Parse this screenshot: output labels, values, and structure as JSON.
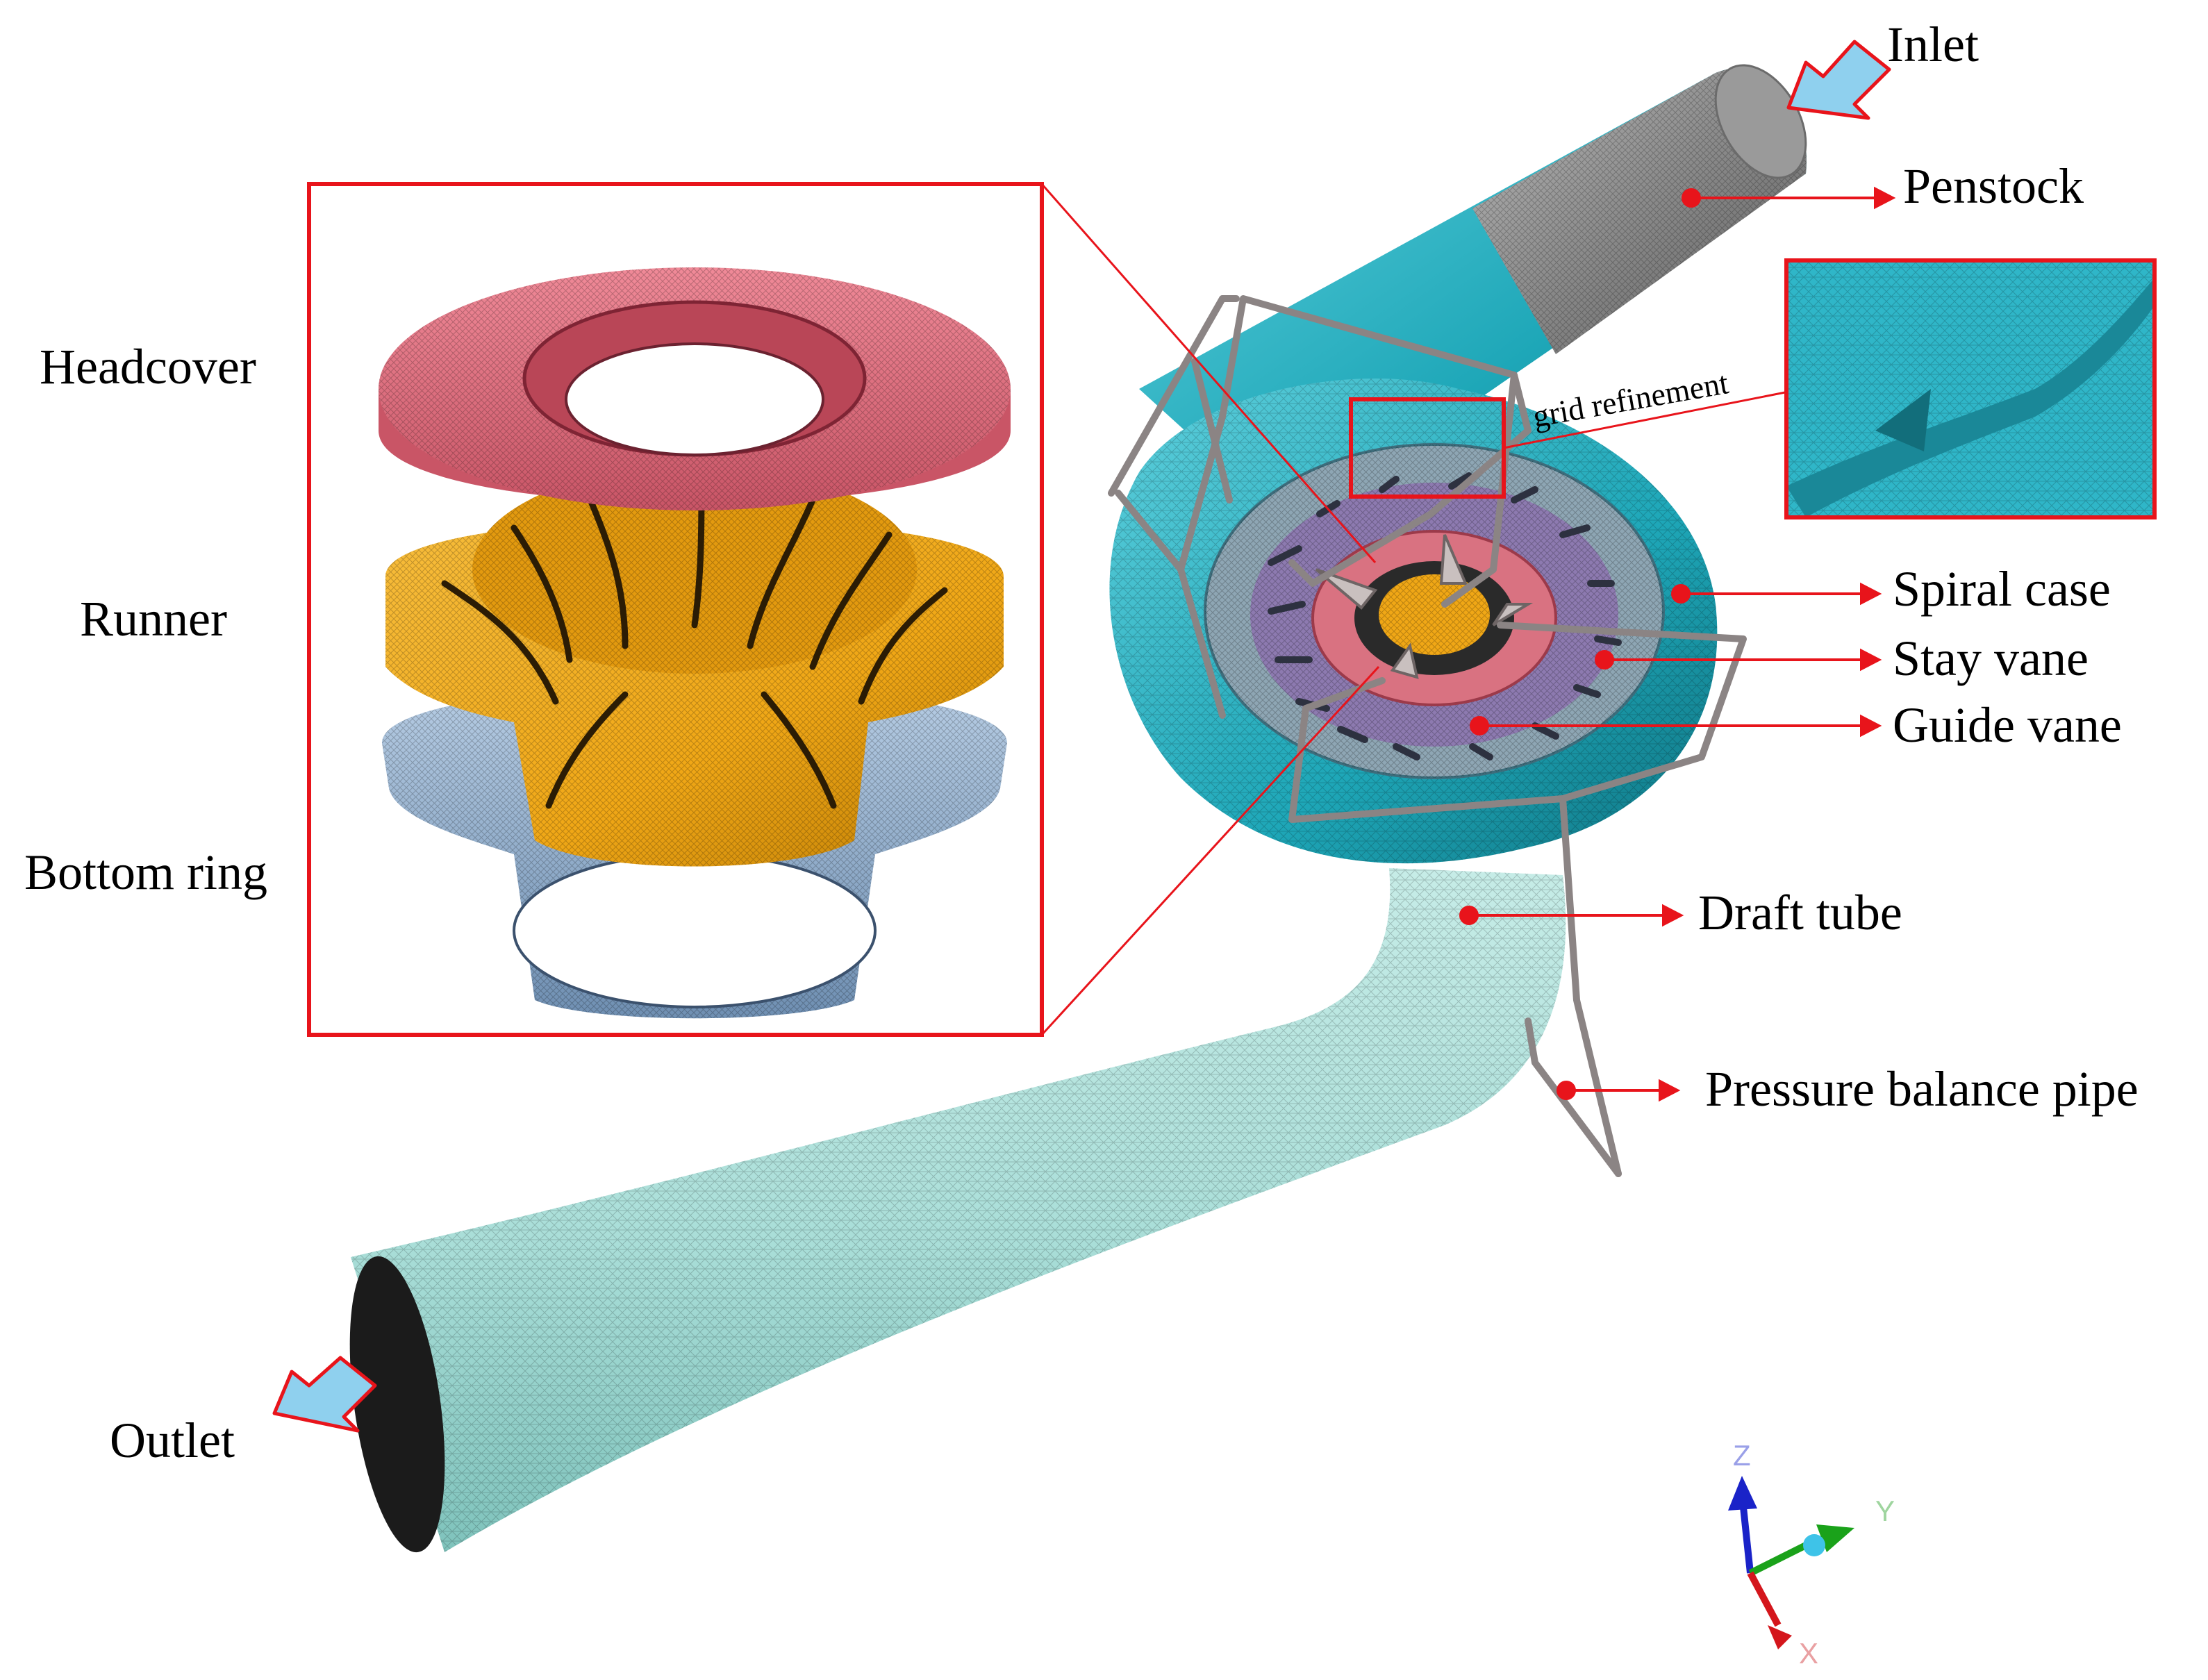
{
  "labels": {
    "inlet": "Inlet",
    "penstock": "Penstock",
    "spiral_case": "Spiral case",
    "stay_vane": "Stay vane",
    "guide_vane": "Guide vane",
    "draft_tube": "Draft tube",
    "pressure_balance_pipe": "Pressure balance pipe",
    "outlet": "Outlet",
    "headcover": "Headcover",
    "runner": "Runner",
    "bottom_ring": "Bottom ring",
    "grid_refinement": "grid refinement"
  },
  "axes": {
    "z": "Z",
    "y": "Y",
    "x": "X"
  },
  "colors": {
    "callout": "#e8141b",
    "penstock": "#8a8a8a",
    "spiral_case": "#1ea7b8",
    "draft_tube": "#a9ded8",
    "headcover": "#e97a8a",
    "runner": "#f0a716",
    "bottom_ring": "#8fb0d2",
    "guide_vane": "#8d7ab0",
    "arrow_fill": "#8fd0ee",
    "axis_z": "#1a23c8",
    "axis_y": "#1aa21a",
    "axis_x": "#d4161c"
  }
}
